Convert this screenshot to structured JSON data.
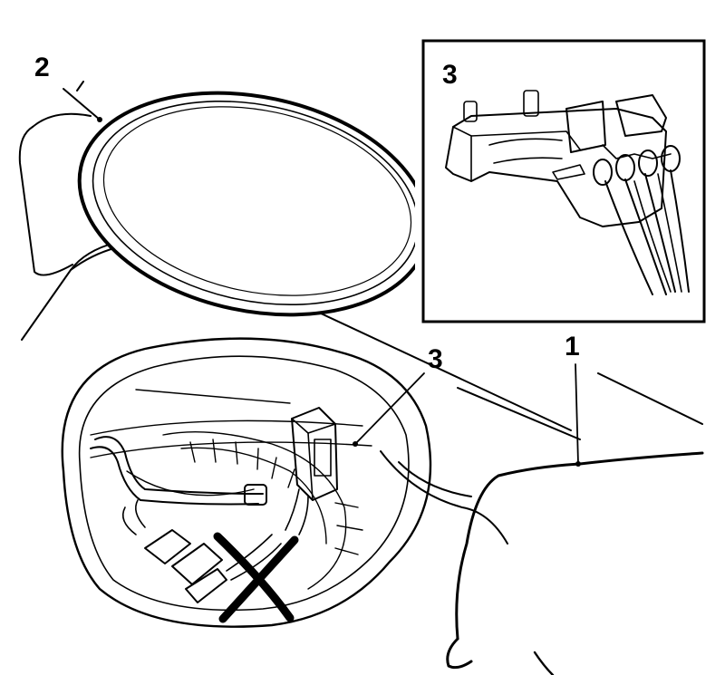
{
  "callouts": {
    "label_1": "1",
    "label_2": "2",
    "label_3_main": "3",
    "label_3_inset": "3"
  },
  "colors": {
    "ink": "#000000",
    "fill_light": "#ffffff",
    "shadow": "#e6e6e6",
    "prohibited_cross": "#000000"
  },
  "icons": [
    "prohibited-cross-icon"
  ]
}
